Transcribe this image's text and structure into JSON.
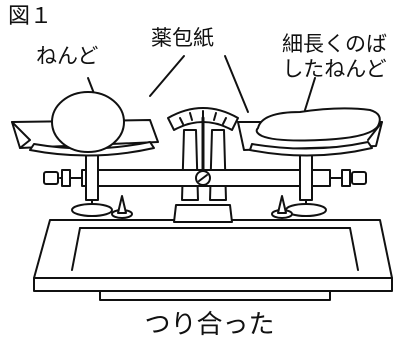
{
  "figure": {
    "title": "図１"
  },
  "labels": {
    "left_clay": "ねんど",
    "paper": "薬包紙",
    "right_clay_line1": "細長くのば",
    "right_clay_line2": "したねんど"
  },
  "caption": "つり合った"
}
